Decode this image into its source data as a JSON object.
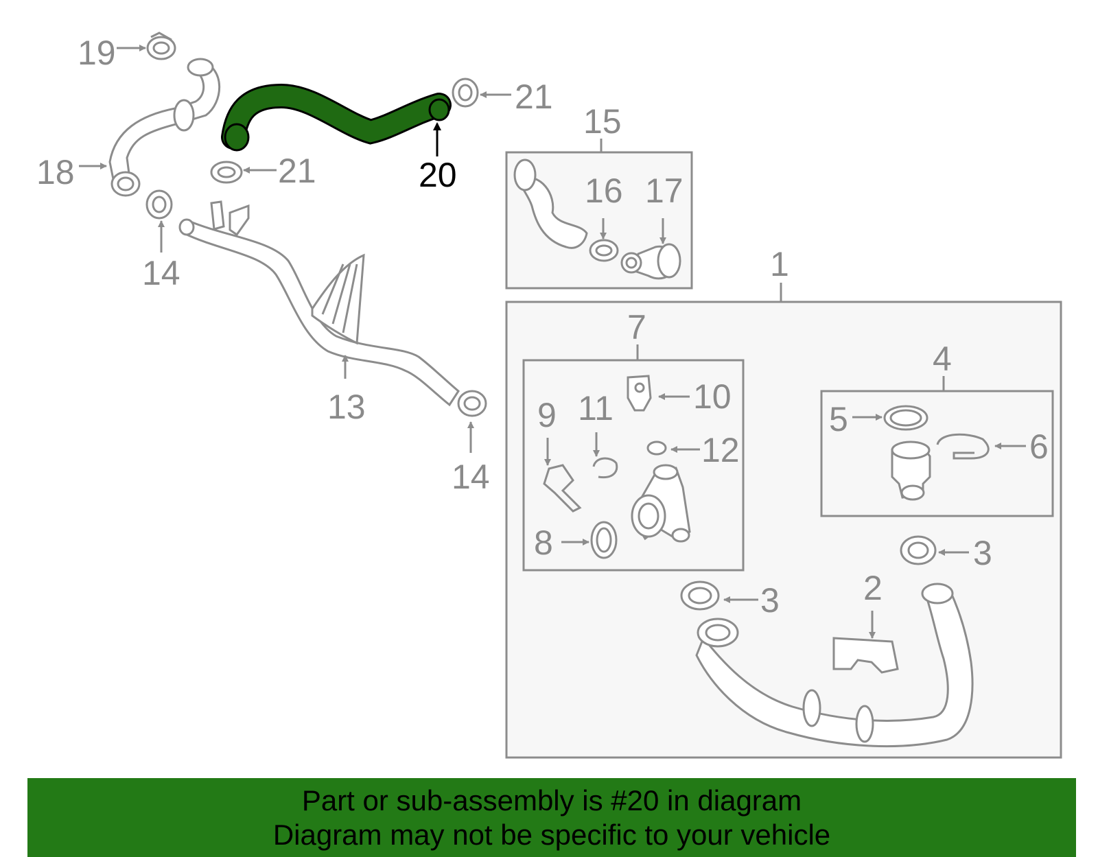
{
  "callouts": {
    "c1": "1",
    "c2": "2",
    "c3a": "3",
    "c3b": "3",
    "c4": "4",
    "c5": "5",
    "c6": "6",
    "c7": "7",
    "c8": "8",
    "c9": "9",
    "c10": "10",
    "c11": "11",
    "c12": "12",
    "c13": "13",
    "c14a": "14",
    "c14b": "14",
    "c15": "15",
    "c16": "16",
    "c17": "17",
    "c18": "18",
    "c19": "19",
    "c20": "20",
    "c21a": "21",
    "c21b": "21"
  },
  "highlight": {
    "part_number": "20",
    "color": "#1f6a12",
    "outline": "#000000"
  },
  "banner": {
    "line1": "Part or sub-assembly is #20 in diagram",
    "line2": "Diagram may not be specific to your vehicle",
    "color": "#237a16"
  }
}
